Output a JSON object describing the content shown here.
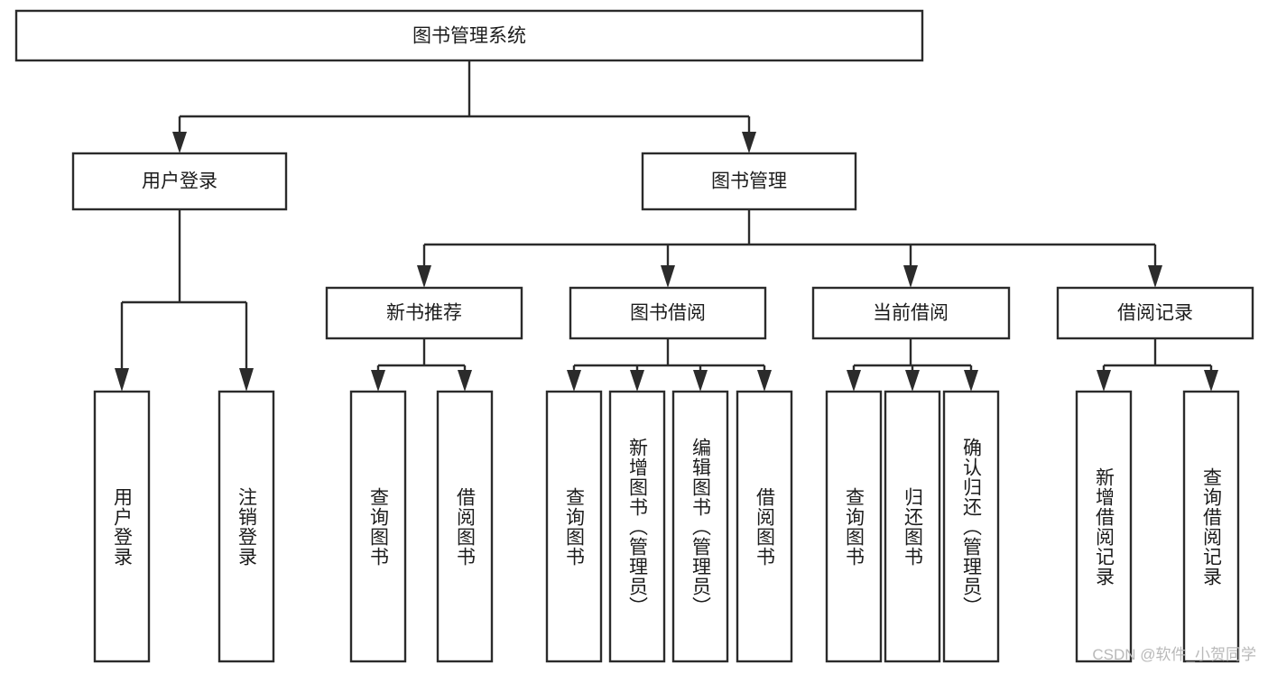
{
  "diagram": {
    "title": "图书管理系统",
    "type": "tree-hierarchy-chart",
    "root": {
      "id": "root",
      "label": "图书管理系统",
      "orientation": "horizontal"
    },
    "level1": [
      {
        "id": "user-login",
        "label": "用户登录",
        "orientation": "horizontal"
      },
      {
        "id": "book-management",
        "label": "图书管理",
        "orientation": "horizontal"
      }
    ],
    "level2": [
      {
        "id": "new-book-recommend",
        "label": "新书推荐",
        "orientation": "horizontal",
        "parent": "book-management"
      },
      {
        "id": "book-borrow",
        "label": "图书借阅",
        "orientation": "horizontal",
        "parent": "book-management"
      },
      {
        "id": "current-borrow",
        "label": "当前借阅",
        "orientation": "horizontal",
        "parent": "book-management"
      },
      {
        "id": "borrow-record",
        "label": "借阅记录",
        "orientation": "horizontal",
        "parent": "book-management"
      }
    ],
    "leaves": [
      {
        "id": "leaf-user-login",
        "label": "用户登录",
        "orientation": "vertical",
        "parent": "user-login"
      },
      {
        "id": "leaf-logout-login",
        "label": "注销登录",
        "orientation": "vertical",
        "parent": "user-login"
      },
      {
        "id": "leaf-query-book-1",
        "label": "查询图书",
        "orientation": "vertical",
        "parent": "new-book-recommend"
      },
      {
        "id": "leaf-borrow-book-1",
        "label": "借阅图书",
        "orientation": "vertical",
        "parent": "new-book-recommend"
      },
      {
        "id": "leaf-query-book-2",
        "label": "查询图书",
        "orientation": "vertical",
        "parent": "book-borrow"
      },
      {
        "id": "leaf-add-book",
        "label": "新增图书（管理员）",
        "orientation": "vertical",
        "parent": "book-borrow"
      },
      {
        "id": "leaf-edit-book",
        "label": "编辑图书（管理员）",
        "orientation": "vertical",
        "parent": "book-borrow"
      },
      {
        "id": "leaf-borrow-book-2",
        "label": "借阅图书",
        "orientation": "vertical",
        "parent": "book-borrow"
      },
      {
        "id": "leaf-query-book-3",
        "label": "查询图书",
        "orientation": "vertical",
        "parent": "current-borrow"
      },
      {
        "id": "leaf-return-book",
        "label": "归还图书",
        "orientation": "vertical",
        "parent": "current-borrow"
      },
      {
        "id": "leaf-confirm-return",
        "label": "确认归还（管理员）",
        "orientation": "vertical",
        "parent": "current-borrow"
      },
      {
        "id": "leaf-add-record",
        "label": "新增借阅记录",
        "orientation": "vertical",
        "parent": "borrow-record"
      },
      {
        "id": "leaf-query-record",
        "label": "查询借阅记录",
        "orientation": "vertical",
        "parent": "borrow-record"
      }
    ],
    "colors": {
      "box_stroke": "#2b2b2b",
      "box_fill": "#ffffff",
      "text": "#1c1c1c",
      "background": "#ffffff",
      "watermark": "#b9b9b9"
    }
  },
  "watermark": {
    "text": "CSDN @软件_小贺同学"
  }
}
